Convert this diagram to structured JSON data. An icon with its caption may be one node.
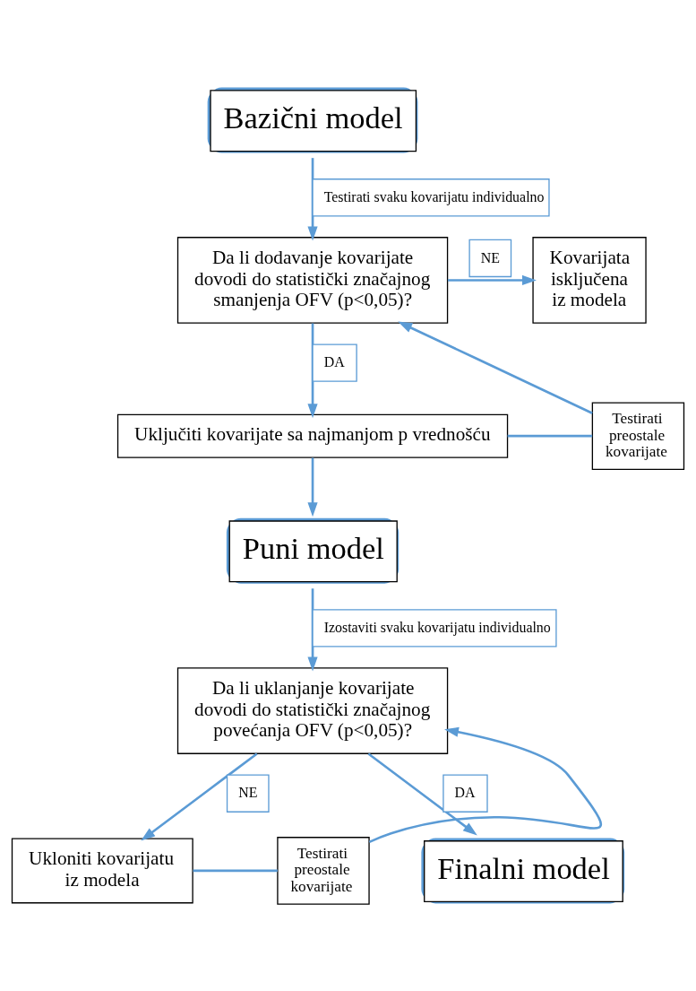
{
  "diagram": {
    "nodes": [
      {
        "text": [
          "Bazični model"
        ]
      },
      {
        "text": [
          "Da li dodavanje kovarijate dovodi do statistički značajnog smanjenja OFV (p<0,05)?"
        ]
      },
      {
        "text": [
          "Kovarijata isključena iz modela"
        ]
      },
      {
        "text": [
          "Uključiti kovarijate sa najmanjom p vrednošću"
        ]
      },
      {
        "text": [
          "Testirati preostale kovarijate"
        ]
      },
      {
        "text": [
          "Puni model"
        ]
      },
      {
        "text": [
          "Da li uklanjanje kovarijate dovodi do statistički značajnog povećanja OFV (p<0,05)?"
        ]
      },
      {
        "text": [
          "Ukloniti kovarijatu iz modela"
        ]
      },
      {
        "text": [
          "Testirati preostale kovarijate"
        ]
      },
      {
        "text": [
          "Finalni model"
        ]
      }
    ],
    "edges": [
      {
        "from": 0,
        "to": 1,
        "arrow": "to",
        "label": "Testirati svaku kovarijatu individualno"
      },
      {
        "from": 1,
        "to": 2,
        "arrow": "to",
        "label": "NE"
      },
      {
        "from": 1,
        "to": 3,
        "arrow": "to",
        "label": "DA"
      },
      {
        "from": 3,
        "to": 4,
        "arrow": "none"
      },
      {
        "from": 4,
        "to": 1,
        "arrow": "to"
      },
      {
        "from": 3,
        "to": 5,
        "arrow": "to"
      },
      {
        "from": 5,
        "to": 6,
        "arrow": "to",
        "label": "Izostaviti svaku kovarijatu individualno"
      },
      {
        "from": 6,
        "to": 7,
        "arrow": "to",
        "label": "NE"
      },
      {
        "from": 7,
        "to": 8,
        "arrow": "none"
      },
      {
        "from": 8,
        "to": 6,
        "arrow": "to"
      },
      {
        "from": 6,
        "to": 9,
        "arrow": "to",
        "label": "DA"
      }
    ]
  }
}
